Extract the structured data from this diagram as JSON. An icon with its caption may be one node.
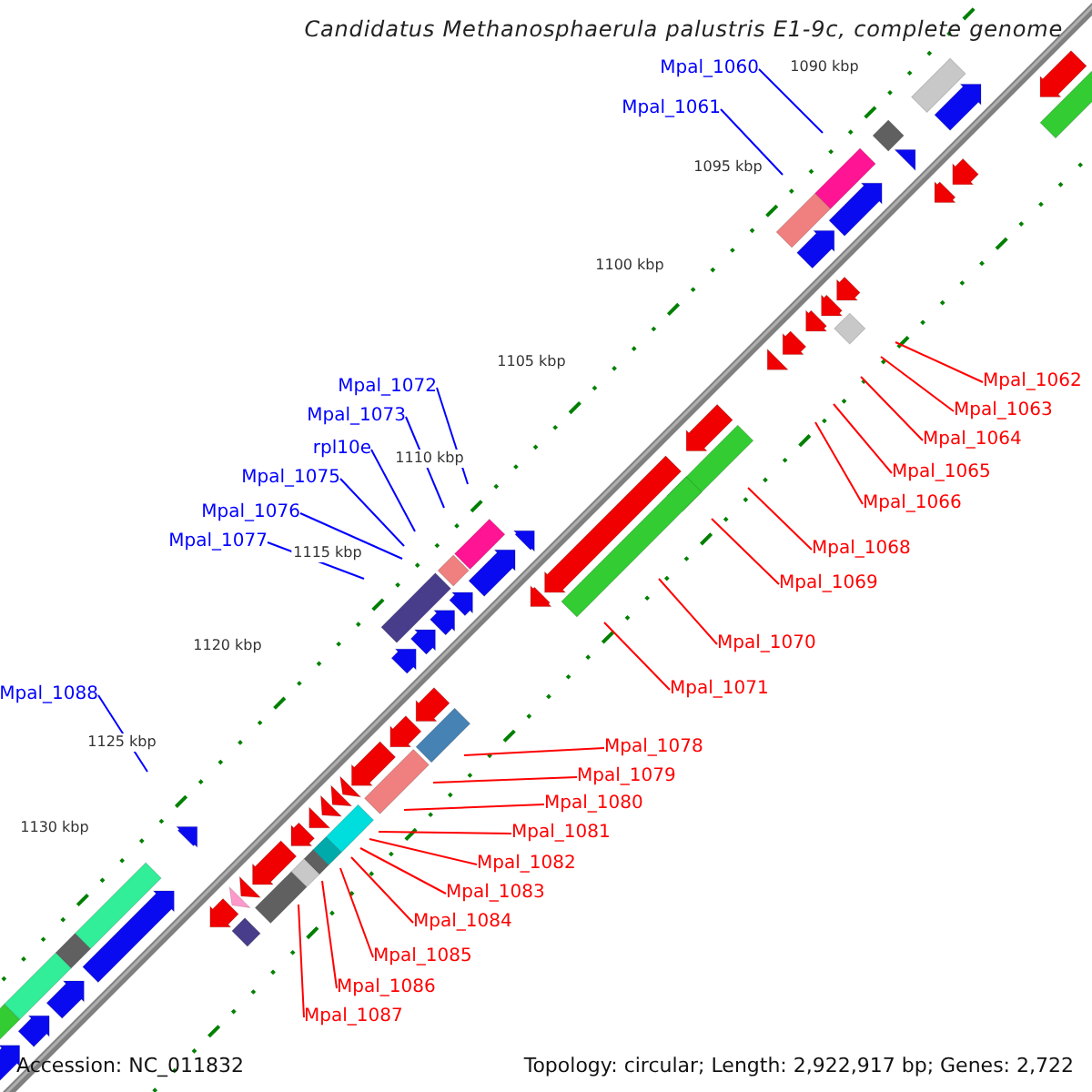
{
  "diagram": {
    "title": "Candidatus Methanosphaerula palustris E1-9c, complete genome",
    "nodes": [
      {
        "text": [
          "Mpal_1060"
        ]
      },
      {
        "text": [
          "Mpal_1061"
        ]
      },
      {
        "text": [
          "Mpal_1062"
        ]
      },
      {
        "text": [
          "Mpal_1063"
        ]
      },
      {
        "text": [
          "Mpal_1064"
        ]
      },
      {
        "text": [
          "Mpal_1065"
        ]
      },
      {
        "text": [
          "Mpal_1066"
        ]
      },
      {
        "text": [
          "Mpal_1072"
        ]
      },
      {
        "text": [
          "Mpal_1073"
        ]
      },
      {
        "text": [
          "rpl10e"
        ]
      },
      {
        "text": [
          "Mpal_1075"
        ]
      },
      {
        "text": [
          "Mpal_1076"
        ]
      },
      {
        "text": [
          "Mpal_1077"
        ]
      },
      {
        "text": [
          "Mpal_1068"
        ]
      },
      {
        "text": [
          "Mpal_1069"
        ]
      },
      {
        "text": [
          "Mpal_1070"
        ]
      },
      {
        "text": [
          "Mpal_1071"
        ]
      },
      {
        "text": [
          "Mpal_1088"
        ]
      },
      {
        "text": [
          "Mpal_1078"
        ]
      },
      {
        "text": [
          "Mpal_1079"
        ]
      },
      {
        "text": [
          "Mpal_1080"
        ]
      },
      {
        "text": [
          "Mpal_1081"
        ]
      },
      {
        "text": [
          "Mpal_1082"
        ]
      },
      {
        "text": [
          "Mpal_1083"
        ]
      },
      {
        "text": [
          "Mpal_1084"
        ]
      },
      {
        "text": [
          "Mpal_1085"
        ]
      },
      {
        "text": [
          "Mpal_1086"
        ]
      },
      {
        "text": [
          "Mpal_1087"
        ]
      }
    ],
    "edges": [
      {
        "from": 0,
        "to": null,
        "arrow": "none",
        "color": "#0000ff"
      },
      {
        "from": 1,
        "to": null,
        "arrow": "none",
        "color": "#0000ff"
      },
      {
        "from": 2,
        "to": null,
        "arrow": "none"
      },
      {
        "from": 3,
        "to": null,
        "arrow": "none"
      },
      {
        "from": 4,
        "to": null,
        "arrow": "none"
      },
      {
        "from": 5,
        "to": null,
        "arrow": "none"
      },
      {
        "from": 6,
        "to": null,
        "arrow": "none"
      },
      {
        "from": 7,
        "to": null,
        "arrow": "none",
        "color": "#0000ff"
      },
      {
        "from": 8,
        "to": null,
        "arrow": "none",
        "color": "#0000ff"
      },
      {
        "from": 9,
        "to": null,
        "arrow": "none",
        "color": "#0000ff"
      },
      {
        "from": 10,
        "to": null,
        "arrow": "none",
        "color": "#0000ff"
      },
      {
        "from": 11,
        "to": null,
        "arrow": "none",
        "color": "#0000ff"
      },
      {
        "from": 12,
        "to": null,
        "arrow": "none",
        "color": "#0000ff"
      },
      {
        "from": 13,
        "to": null,
        "arrow": "none"
      },
      {
        "from": 14,
        "to": null,
        "arrow": "none"
      },
      {
        "from": 15,
        "to": null,
        "arrow": "none"
      },
      {
        "from": 16,
        "to": null,
        "arrow": "none"
      },
      {
        "from": 17,
        "to": null,
        "arrow": "none",
        "color": "#0000ff"
      },
      {
        "from": 18,
        "to": null,
        "arrow": "none"
      },
      {
        "from": 19,
        "to": null,
        "arrow": "none"
      },
      {
        "from": 20,
        "to": null,
        "arrow": "none"
      },
      {
        "from": 21,
        "to": null,
        "arrow": "none"
      },
      {
        "from": 22,
        "to": null,
        "arrow": "none"
      },
      {
        "from": 23,
        "to": null,
        "arrow": "none"
      },
      {
        "from": 24,
        "to": null,
        "arrow": "none"
      },
      {
        "from": 25,
        "to": null,
        "arrow": "none"
      },
      {
        "from": 26,
        "to": null,
        "arrow": "none"
      },
      {
        "from": 27,
        "to": null,
        "arrow": "none"
      }
    ],
    "labels": [
      "1090 kbp",
      "1095 kbp",
      "1100 kbp",
      "1105 kbp",
      "1110 kbp",
      "1115 kbp",
      "1120 kbp",
      "1125 kbp",
      "1130 kbp",
      "Accession: NC_011832",
      "Topology: circular; Length: 2,922,917 bp; Genes: 2,722"
    ]
  }
}
